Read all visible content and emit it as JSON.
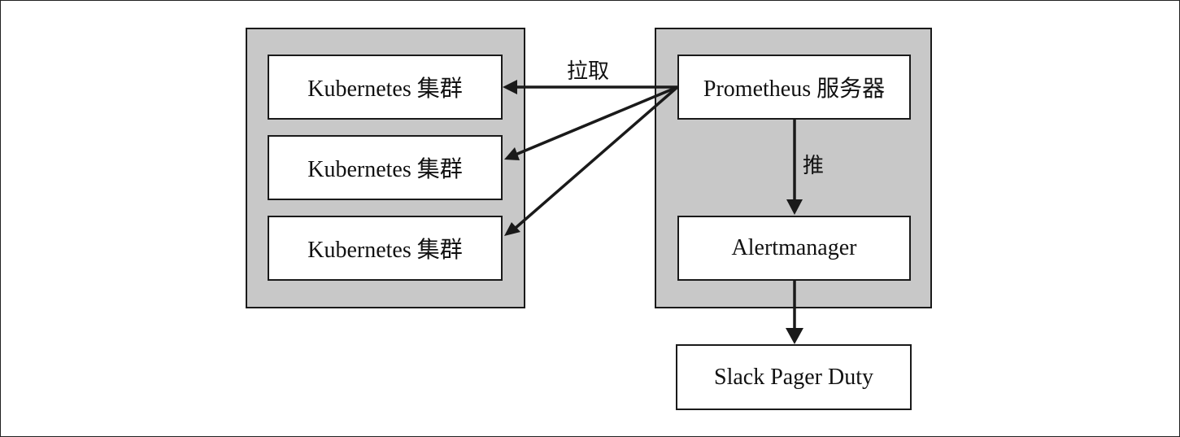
{
  "diagram": {
    "nodes": {
      "k8s_cluster_1": "Kubernetes 集群",
      "k8s_cluster_2": "Kubernetes 集群",
      "k8s_cluster_3": "Kubernetes 集群",
      "prometheus_server": "Prometheus 服务器",
      "alertmanager": "Alertmanager",
      "slack_pager_duty": "Slack Pager Duty"
    },
    "edge_labels": {
      "pull": "拉取",
      "push": "推"
    },
    "edges": [
      {
        "from": "prometheus_server",
        "to": "k8s_cluster_1",
        "label": "拉取"
      },
      {
        "from": "prometheus_server",
        "to": "k8s_cluster_2"
      },
      {
        "from": "prometheus_server",
        "to": "k8s_cluster_3"
      },
      {
        "from": "prometheus_server",
        "to": "alertmanager",
        "label": "推"
      },
      {
        "from": "alertmanager",
        "to": "slack_pager_duty"
      }
    ],
    "colors": {
      "panel_fill": "#c8c8c8",
      "node_fill": "#ffffff",
      "stroke": "#1a1a1a"
    }
  }
}
